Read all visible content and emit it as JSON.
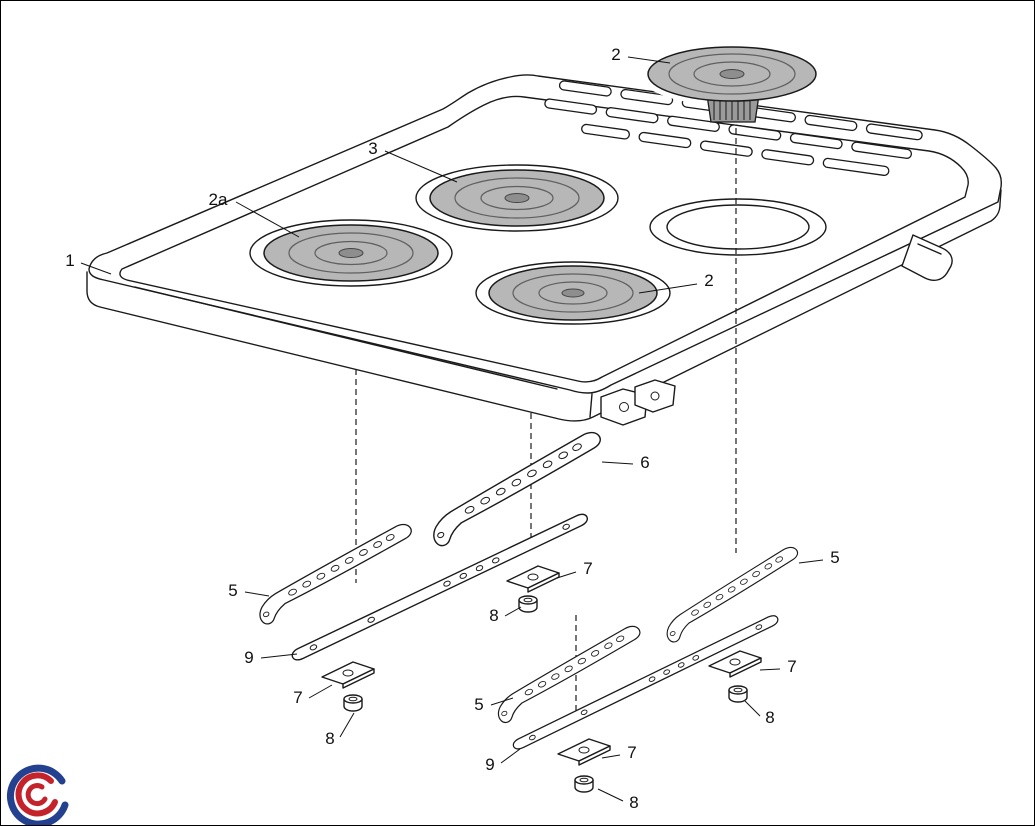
{
  "callouts": {
    "c1": "1",
    "c2_top": "2",
    "c2_mid": "2",
    "c2a": "2a",
    "c3": "3",
    "c5_left": "5",
    "c5_right": "5",
    "c5_bottom": "5",
    "c6": "6",
    "c7_a": "7",
    "c7_b": "7",
    "c7_c": "7",
    "c7_d": "7",
    "c8_a": "8",
    "c8_b": "8",
    "c8_c": "8",
    "c8_d": "8",
    "c9_a": "9",
    "c9_b": "9"
  },
  "colors": {
    "line": "#1a1a1a",
    "burner_fill": "#b7b7b7",
    "burner_ring": "#5f5f5f",
    "logo_red": "#c4232b",
    "logo_blue": "#23418f",
    "background": "#ffffff"
  }
}
